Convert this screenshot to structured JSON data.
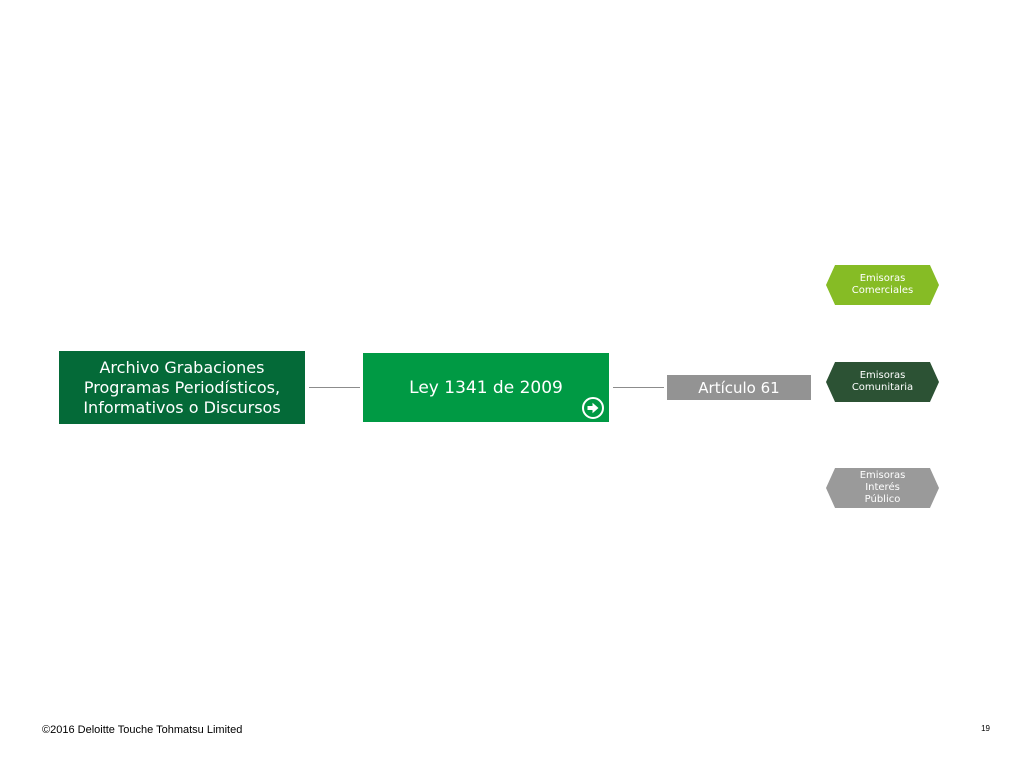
{
  "diagram": {
    "source_box": "Archivo Grabaciones\nProgramas Periodísticos,\nInformativos o Discursos",
    "law_box": "Ley 1341 de 2009",
    "article_box": "Artículo 61",
    "categories": [
      {
        "label": "Emisoras\nComerciales",
        "color": "#86bc25"
      },
      {
        "label": "Emisoras\nComunitaria",
        "color": "#2c5234"
      },
      {
        "label": "Emisoras\nInterés\nPúblico",
        "color": "#9a9a9a"
      }
    ],
    "colors": {
      "source_box": "#046a38",
      "law_box": "#009a44",
      "article_box": "#939393",
      "connector": "#8c8c8c"
    },
    "law_box_icon": "arrow-right-circle-icon"
  },
  "footer": {
    "copyright": "©2016 Deloitte Touche Tohmatsu Limited",
    "page_number": "19"
  }
}
